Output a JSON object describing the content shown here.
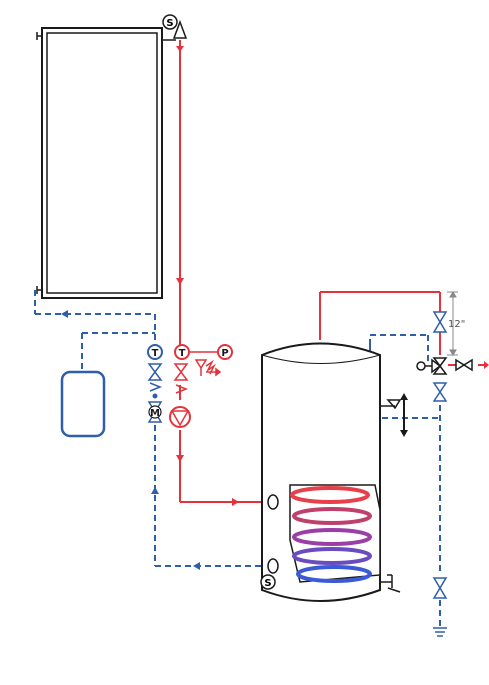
{
  "labels": {
    "sensor_top": "S",
    "sensor_tank": "S",
    "thermometer_return": "T",
    "thermometer_flow": "T",
    "pressure_gauge": "P",
    "manometer_valve": "M",
    "dimension": "12\""
  },
  "colors": {
    "hot": "#e5323b",
    "cold": "#2f5fa8",
    "outline": "#1a1a1a",
    "coil_top": "#e8404a",
    "coil_mid": "#9a3fa6",
    "coil_bottom": "#3a5ad8"
  }
}
